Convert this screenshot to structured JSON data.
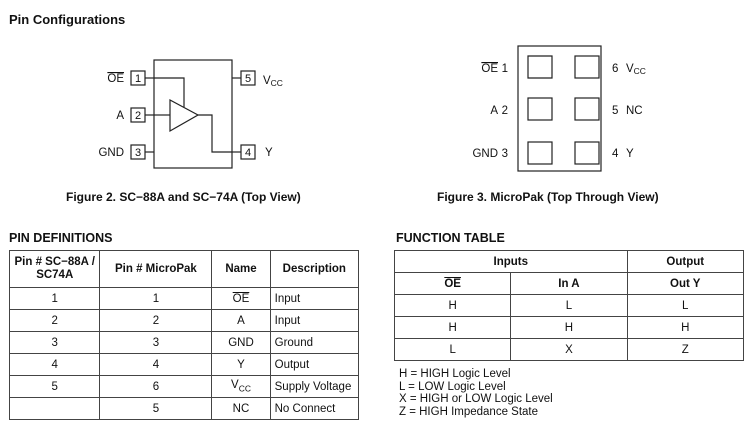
{
  "title": "Pin Configurations",
  "figure2": {
    "caption": "Figure 2. SC−88A and SC−74A (Top View)",
    "left_pins": [
      {
        "num": "1",
        "name": "OE"
      },
      {
        "num": "2",
        "name": "A"
      },
      {
        "num": "3",
        "name": "GND"
      }
    ],
    "right_pins": [
      {
        "num": "5",
        "name": "V",
        "sub": "CC"
      },
      {
        "num": "4",
        "name": "Y",
        "sub": ""
      }
    ]
  },
  "figure3": {
    "caption": "Figure 3. MicroPak (Top Through View)",
    "left_pins": [
      {
        "name": "OE",
        "num": "1"
      },
      {
        "name": "A",
        "num": "2"
      },
      {
        "name": "GND",
        "num": "3"
      }
    ],
    "right_pins": [
      {
        "num": "6",
        "name": "V",
        "sub": "CC"
      },
      {
        "num": "5",
        "name": "NC",
        "sub": ""
      },
      {
        "num": "4",
        "name": "Y",
        "sub": ""
      }
    ]
  },
  "pin_definitions": {
    "title": "PIN DEFINITIONS",
    "headers": {
      "col1_line1": "Pin # SC−88A /",
      "col1_line2": "SC74A",
      "col2": "Pin # MicroPak",
      "col3": "Name",
      "col4": "Description"
    },
    "rows": [
      {
        "sc": "1",
        "mp": "1",
        "name": "OE",
        "sub": "",
        "desc": "Input"
      },
      {
        "sc": "2",
        "mp": "2",
        "name": "A",
        "sub": "",
        "desc": "Input"
      },
      {
        "sc": "3",
        "mp": "3",
        "name": "GND",
        "sub": "",
        "desc": "Ground"
      },
      {
        "sc": "4",
        "mp": "4",
        "name": "Y",
        "sub": "",
        "desc": "Output"
      },
      {
        "sc": "5",
        "mp": "6",
        "name": "V",
        "sub": "CC",
        "desc": "Supply Voltage"
      },
      {
        "sc": "",
        "mp": "5",
        "name": "NC",
        "sub": "",
        "desc": "No Connect"
      }
    ]
  },
  "function_table": {
    "title": "FUNCTION TABLE",
    "group_inputs": "Inputs",
    "group_output": "Output",
    "col_oe": "OE",
    "col_ina": "In A",
    "col_outy": "Out Y",
    "rows": [
      {
        "oe": "H",
        "ina": "L",
        "outy": "L"
      },
      {
        "oe": "H",
        "ina": "H",
        "outy": "H"
      },
      {
        "oe": "L",
        "ina": "X",
        "outy": "Z"
      }
    ],
    "legend": [
      "H = HIGH Logic Level",
      "L = LOW Logic Level",
      "X = HIGH or LOW Logic Level",
      "Z = HIGH Impedance State"
    ]
  }
}
